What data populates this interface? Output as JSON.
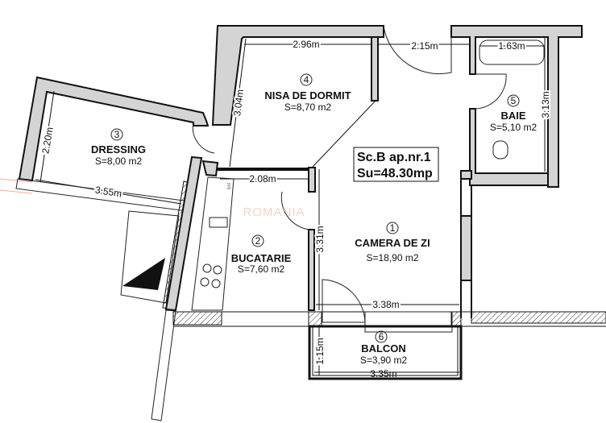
{
  "plan": {
    "title_line1": "Sc.B ap.nr.1",
    "title_line2": "Su=48.30mp",
    "watermark": "ROMANIA",
    "rooms": [
      {
        "number": "1",
        "name": "CAMERA DE ZI",
        "area": "S=18,90 m2"
      },
      {
        "number": "2",
        "name": "BUCATARIE",
        "area": "S=7,60 m2"
      },
      {
        "number": "3",
        "name": "DRESSING",
        "area": "S=8,00 m2"
      },
      {
        "number": "4",
        "name": "NISA DE DORMIT",
        "area": "S=8,70 m2"
      },
      {
        "number": "5",
        "name": "BAIE",
        "area": "S=5,10 m2"
      },
      {
        "number": "6",
        "name": "BALCON",
        "area": "S=3,90 m2"
      }
    ],
    "dimensions": {
      "nisa_width": "2.96m",
      "nisa_height": "3.04m",
      "hall_width": "2.15m",
      "baie_width": "1.63m",
      "baie_height": "3.13m",
      "dressing_height": "2.20m",
      "dressing_width": "3.55m",
      "kitchen_width": "2.08m",
      "living_height": "3.31m",
      "living_width": "3.38m",
      "balcon_height": "1.15m",
      "balcon_width": "3.35m"
    },
    "appliance_label": "bxt"
  }
}
